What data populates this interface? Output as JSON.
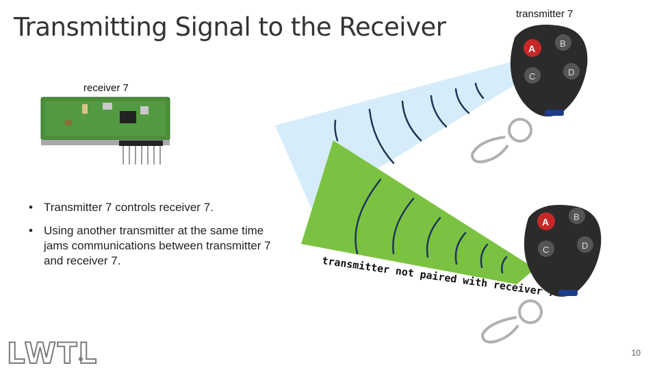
{
  "slide": {
    "title": "Transmitting Signal to the Receiver",
    "receiver_label": "receiver 7",
    "transmitter_label": "transmitter 7",
    "bullets": [
      "Transmitter 7 controls receiver 7.",
      "Using another transmitter at the same time jams communications between transmitter 7 and receiver 7."
    ],
    "jammer_caption": "transmitter not paired with receiver 7",
    "page_number": "10",
    "logo_text": "LWTL"
  },
  "remote": {
    "buttons": [
      "A",
      "B",
      "C",
      "D"
    ]
  },
  "colors": {
    "blue_beam": "#d6ecfa",
    "green_beam": "#7cc242",
    "wave_stroke": "#1d3557",
    "pcb": "#4a8f3a",
    "remote_body": "#2b2b2b",
    "button_a": "#c62828"
  }
}
